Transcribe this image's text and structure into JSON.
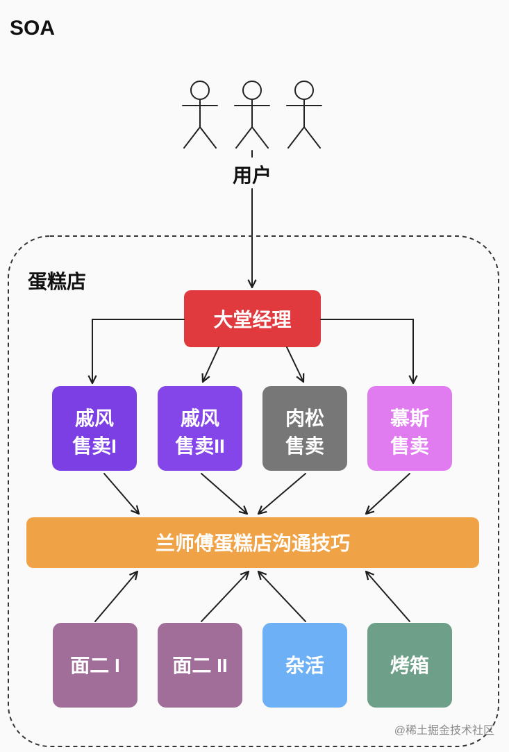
{
  "title": "SOA",
  "users": {
    "label": "用户"
  },
  "shop": {
    "label": "蛋糕店"
  },
  "manager": {
    "label": "大堂经理",
    "color": "#e03a3e"
  },
  "sellers": [
    {
      "line1": "戚风",
      "line2": "售卖I",
      "color": "#7b3fe4"
    },
    {
      "line1": "戚风",
      "line2": "售卖II",
      "color": "#8446e8"
    },
    {
      "line1": "肉松",
      "line2": "售卖",
      "color": "#777777"
    },
    {
      "line1": "慕斯",
      "line2": "售卖",
      "color": "#e17cf0"
    }
  ],
  "hub": {
    "label": "兰师傅蛋糕店沟通技巧",
    "color": "#f0a246"
  },
  "workers": [
    {
      "label": "面二 I",
      "color": "#a06e98"
    },
    {
      "label": "面二 II",
      "color": "#a06e98"
    },
    {
      "label": "杂活",
      "color": "#6db0f5"
    },
    {
      "label": "烤箱",
      "color": "#6e9f88"
    }
  ],
  "watermark": "@稀土掘金技术社区"
}
